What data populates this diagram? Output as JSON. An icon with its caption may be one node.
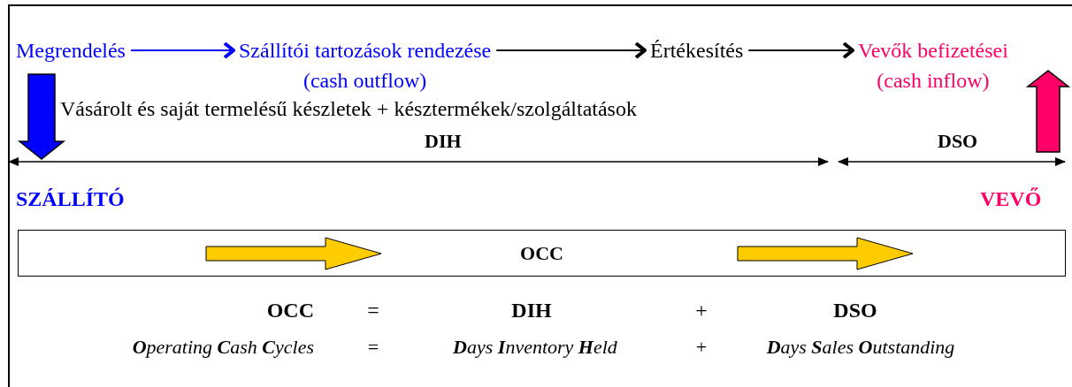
{
  "diagram": {
    "nodes": [
      {
        "text": [
          "Megrendelés"
        ]
      },
      {
        "text": [
          "Szállítói tartozások rendezése",
          "(cash outflow)"
        ]
      },
      {
        "text": [
          "Értékesítés"
        ]
      },
      {
        "text": [
          "Vevők befizetései",
          "(cash inflow)"
        ]
      },
      {
        "text": [
          "OCC"
        ]
      }
    ],
    "edges": [
      {
        "from": 0,
        "to": 1,
        "arrow": "to",
        "color": "#0000ff"
      },
      {
        "from": 1,
        "to": 2,
        "arrow": "to"
      },
      {
        "from": 2,
        "to": 3,
        "arrow": "to"
      }
    ],
    "labels": [
      "Vásárolt és saját termelésű készletek + késztermékek/szolgáltatások",
      "DIH",
      "DSO",
      "SZÁLLÍTÓ",
      "VEVŐ",
      "OCC",
      "=",
      "DIH",
      "+",
      "DSO",
      "**O**perating **C**ash **C**ycles",
      "=",
      "**D**ays **I**nventory **H**eld",
      "+",
      "**D**ays **S**ales **O**utstanding"
    ]
  }
}
